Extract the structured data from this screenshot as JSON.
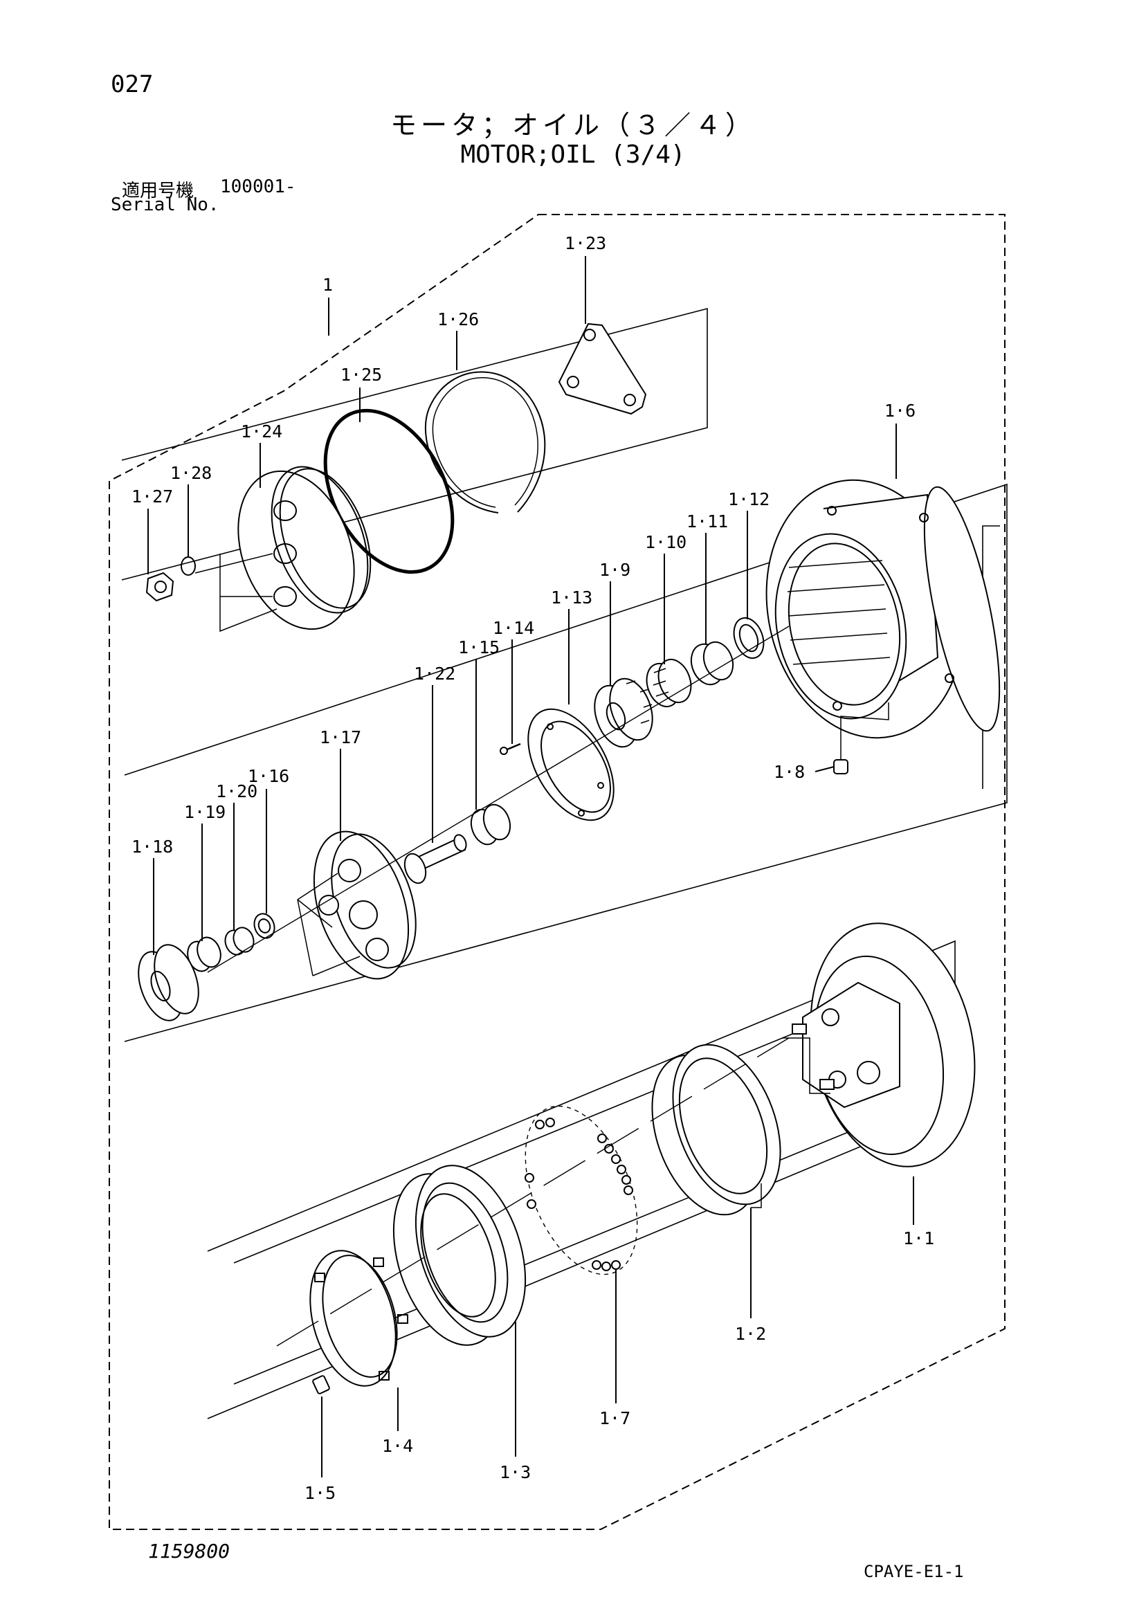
{
  "page_number": "027",
  "title_jp": "モータ；オイル（３／４）",
  "title_en": "MOTOR;OIL (3/4)",
  "serial": {
    "label_jp": "適用号機",
    "value": "100001-",
    "label_en": "Serial No."
  },
  "drawing_number": "1159800",
  "catalog_code": "CPAYE-E1-1",
  "callouts": {
    "c1": "1",
    "c1_1": "1·1",
    "c1_2": "1·2",
    "c1_3": "1·3",
    "c1_4": "1·4",
    "c1_5": "1·5",
    "c1_6": "1·6",
    "c1_7": "1·7",
    "c1_8": "1·8",
    "c1_9": "1·9",
    "c1_10": "1·10",
    "c1_11": "1·11",
    "c1_12": "1·12",
    "c1_13": "1·13",
    "c1_14": "1·14",
    "c1_15": "1·15",
    "c1_16": "1·16",
    "c1_17": "1·17",
    "c1_18": "1·18",
    "c1_19": "1·19",
    "c1_20": "1·20",
    "c1_22": "1·22",
    "c1_23": "1·23",
    "c1_24": "1·24",
    "c1_25": "1·25",
    "c1_26": "1·26",
    "c1_27": "1·27",
    "c1_28": "1·28"
  }
}
